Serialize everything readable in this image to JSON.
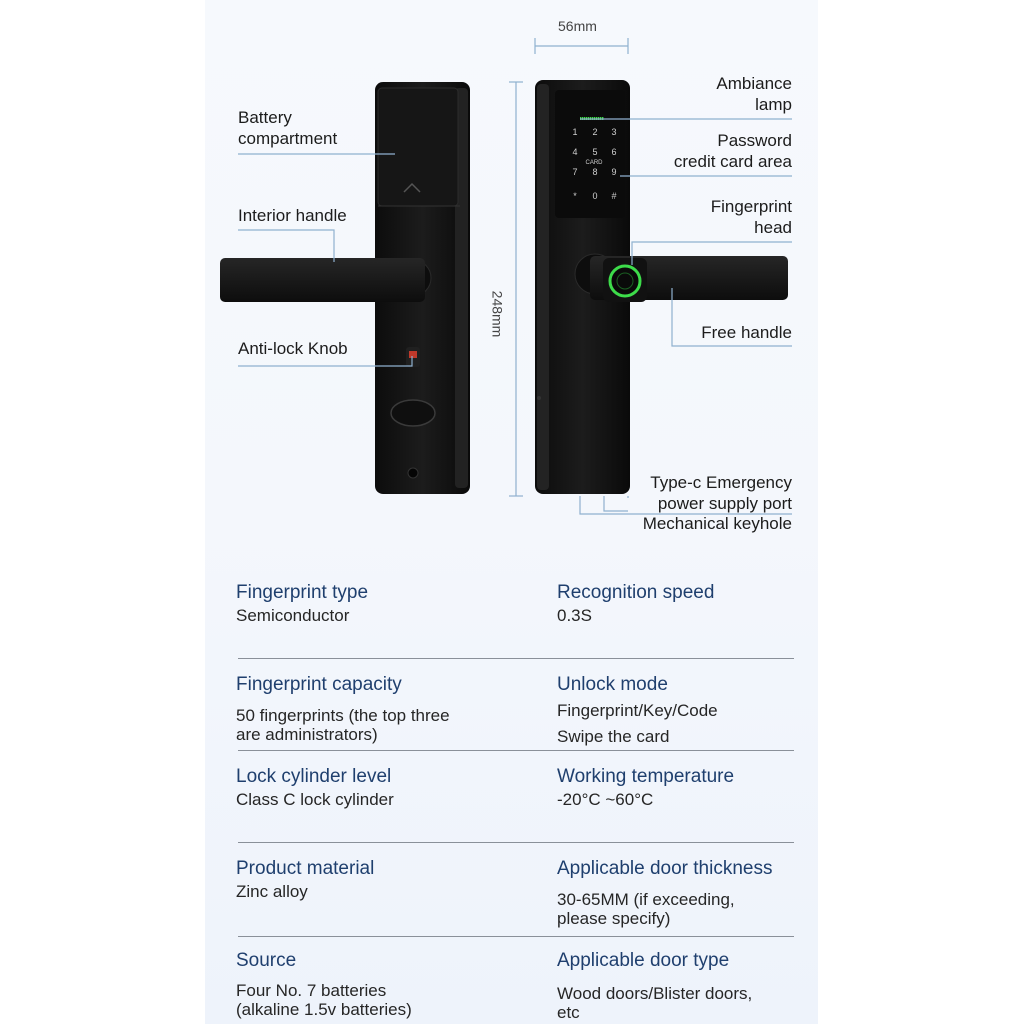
{
  "dimensions": {
    "width": "56mm",
    "height": "248mm"
  },
  "keypad": {
    "keys": [
      "1",
      "2",
      "3",
      "4",
      "5",
      "6",
      "7",
      "8",
      "9",
      "*",
      "0",
      "#"
    ],
    "card_label": "CARD"
  },
  "callouts": {
    "battery": "Battery\ncompartment",
    "interior_handle": "Interior handle",
    "anti_lock": "Anti-lock Knob",
    "ambiance": "Ambiance\nlamp",
    "password": "Password\ncredit card area",
    "fingerprint_head": "Fingerprint\nhead",
    "free_handle": "Free handle",
    "typec": "Type-c Emergency\npower supply port",
    "keyhole": "Mechanical keyhole"
  },
  "specs": [
    {
      "title": "Fingerprint type",
      "value": "Semiconductor"
    },
    {
      "title": "Recognition speed",
      "value": "0.3S"
    },
    {
      "title": "Fingerprint capacity",
      "value": "50 fingerprints (the top three\nare administrators)"
    },
    {
      "title": "Unlock mode",
      "value": "Fingerprint/Key/Code\nSwipe the card"
    },
    {
      "title": "Lock cylinder level",
      "value": "Class C lock cylinder"
    },
    {
      "title": "Working temperature",
      "value": "-20°C ~60°C"
    },
    {
      "title": "Product material",
      "value": "Zinc alloy"
    },
    {
      "title": "Applicable door thickness",
      "value": "30-65MM (if exceeding,\nplease specify)"
    },
    {
      "title": "Source",
      "value": "Four No. 7 batteries\n(alkaline 1.5v batteries)"
    },
    {
      "title": "Applicable door type",
      "value": "Wood doors/Blister doors,\netc"
    }
  ],
  "colors": {
    "title_blue": "#1f3f6e",
    "lock_black": "#151515",
    "fingerprint_green": "#3ddc4a"
  }
}
